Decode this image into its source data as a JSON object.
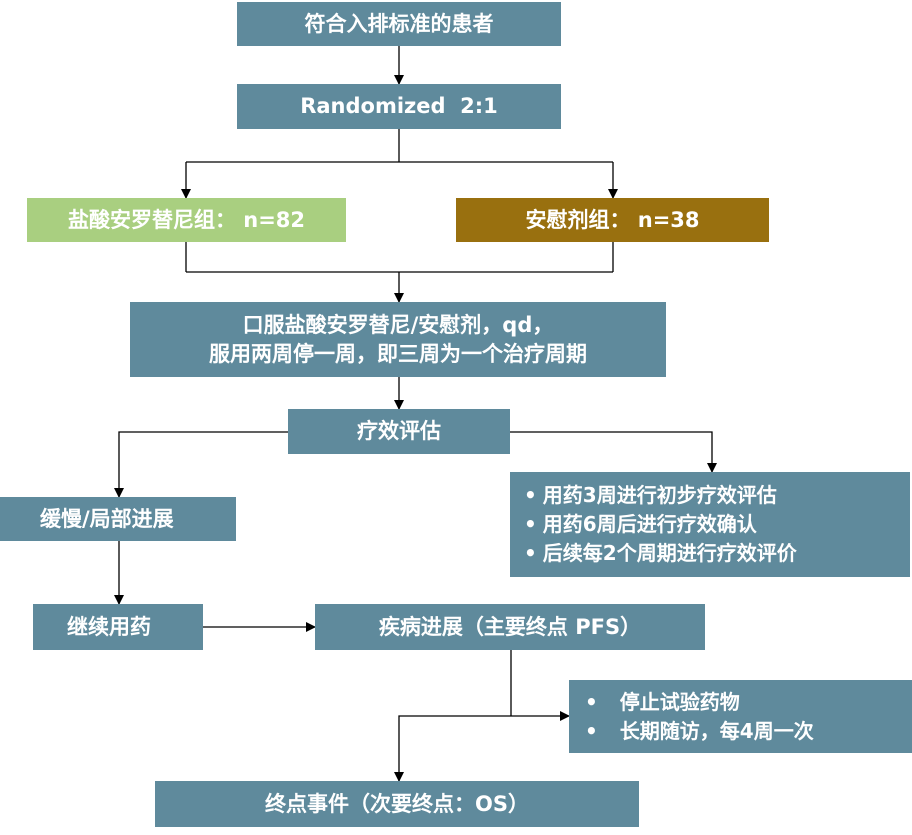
{
  "nodes": {
    "eligible": "符合入排标准的患者",
    "randomized": "Randomized  2:1",
    "anlotinib_group": "盐酸安罗替尼组： n=82",
    "placebo_group": "安慰剂组： n=38",
    "dosing_line1": "口服盐酸安罗替尼/安慰剂，qd，",
    "dosing_line2": "服用两周停一周，即三周为一个治疗周期",
    "efficacy_eval": "疗效评估",
    "slow_progression": "缓慢/局部进展",
    "continue_drug": "继续用药",
    "disease_progression": "疾病进展（主要终点 PFS）",
    "endpoint_event": "终点事件（次要终点：OS）"
  },
  "eval_schedule": {
    "bullet": "•",
    "items": [
      "用药3周进行初步疗效评估",
      "用药6周后进行疗效确认",
      "后续每2个周期进行疗效评价"
    ]
  },
  "progression_actions": {
    "bullet": "•",
    "items": [
      "停止试验药物",
      "长期随访，每4周一次"
    ]
  },
  "colors": {
    "teal": "#5f8a9c",
    "green": "#a9cf80",
    "brown": "#99700f",
    "line": "#000000"
  }
}
